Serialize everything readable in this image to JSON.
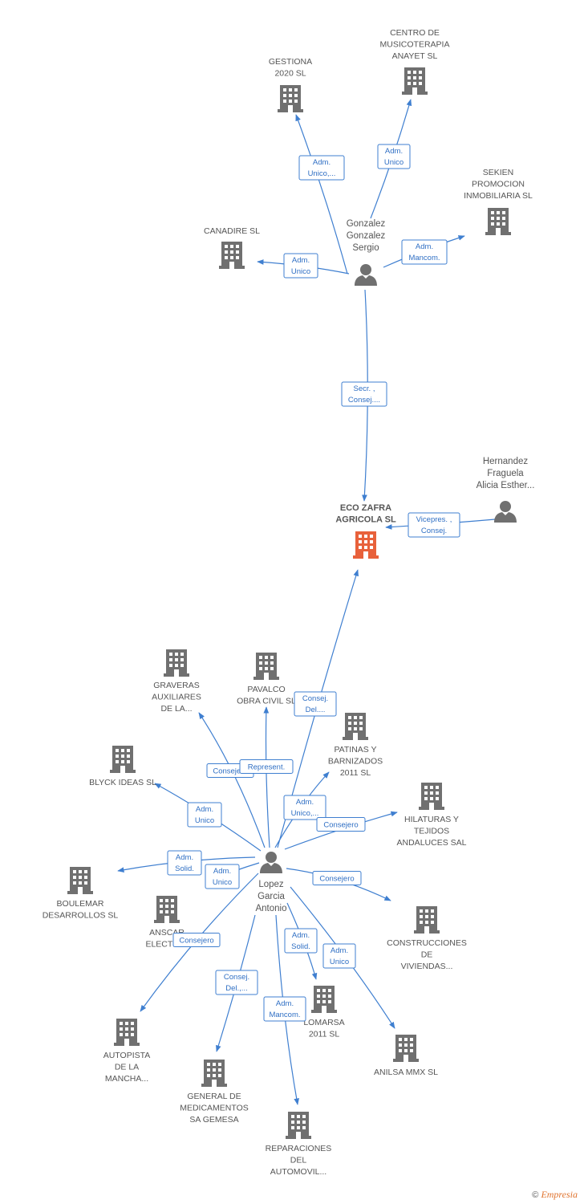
{
  "colors": {
    "edge": "#3f7fd0",
    "company": "#707070",
    "main_company": "#e8613b",
    "person": "#707070"
  },
  "footer": {
    "copyright": "©",
    "brand": "Empresia"
  },
  "nodes": [
    {
      "id": "eco",
      "type": "main",
      "lines": [
        "ECO ZAFRA",
        "AGRICOLA SL"
      ]
    },
    {
      "id": "gonzalez",
      "type": "person",
      "lines": [
        "Gonzalez",
        "Gonzalez",
        "Sergio"
      ]
    },
    {
      "id": "hernandez",
      "type": "person",
      "lines": [
        "Hernandez",
        "Fraguela",
        "Alicia Esther..."
      ]
    },
    {
      "id": "lopez",
      "type": "person",
      "lines": [
        "Lopez",
        "Garcia",
        "Antonio"
      ]
    },
    {
      "id": "gestiona",
      "type": "company",
      "lines": [
        "GESTIONA",
        "2020 SL"
      ]
    },
    {
      "id": "centro",
      "type": "company",
      "lines": [
        "CENTRO DE",
        "MUSICOTERAPIA",
        "ANAYET SL"
      ]
    },
    {
      "id": "sekien",
      "type": "company",
      "lines": [
        "SEKIEN",
        "PROMOCION",
        "INMOBILIARIA SL"
      ]
    },
    {
      "id": "canadire",
      "type": "company",
      "lines": [
        "CANADIRE SL"
      ]
    },
    {
      "id": "graveras",
      "type": "company",
      "lines": [
        "GRAVERAS",
        "AUXILIARES",
        "DE LA..."
      ]
    },
    {
      "id": "pavalco",
      "type": "company",
      "lines": [
        "PAVALCO",
        "OBRA CIVIL  SL"
      ]
    },
    {
      "id": "patinas",
      "type": "company",
      "lines": [
        "PATINAS Y",
        "BARNIZADOS",
        "2011 SL"
      ]
    },
    {
      "id": "blyck",
      "type": "company",
      "lines": [
        "BLYCK IDEAS SL"
      ]
    },
    {
      "id": "hilaturas",
      "type": "company",
      "lines": [
        "HILATURAS Y",
        "TEJIDOS",
        "ANDALUCES SAL"
      ]
    },
    {
      "id": "boulemar",
      "type": "company",
      "lines": [
        "BOULEMAR",
        "DESARROLLOS SL"
      ]
    },
    {
      "id": "anscar",
      "type": "company",
      "lines": [
        "ANSCAR",
        "ELECTRI..."
      ]
    },
    {
      "id": "construcciones",
      "type": "company",
      "lines": [
        "CONSTRUCCIONES",
        "DE",
        "VIVIENDAS..."
      ]
    },
    {
      "id": "lomarsa",
      "type": "company",
      "lines": [
        "LOMARSA",
        "2011 SL"
      ]
    },
    {
      "id": "anilsa",
      "type": "company",
      "lines": [
        "ANILSA MMX SL"
      ]
    },
    {
      "id": "autopista",
      "type": "company",
      "lines": [
        "AUTOPISTA",
        "DE LA",
        "MANCHA..."
      ]
    },
    {
      "id": "general",
      "type": "company",
      "lines": [
        "GENERAL DE",
        "MEDICAMENTOS",
        "SA GEMESA"
      ]
    },
    {
      "id": "reparaciones",
      "type": "company",
      "lines": [
        "REPARACIONES",
        "DEL",
        "AUTOMOVIL..."
      ]
    }
  ],
  "edges": [
    {
      "id": "e-gestiona",
      "lines": [
        "Adm.",
        "Unico,..."
      ]
    },
    {
      "id": "e-centro",
      "lines": [
        "Adm.",
        "Unico"
      ]
    },
    {
      "id": "e-sekien",
      "lines": [
        "Adm.",
        "Mancom."
      ]
    },
    {
      "id": "e-canadire",
      "lines": [
        "Adm.",
        "Unico"
      ]
    },
    {
      "id": "e-gonzalez-eco",
      "lines": [
        "Secr. ,",
        "Consej...."
      ]
    },
    {
      "id": "e-hernandez-eco",
      "lines": [
        "Vicepres. ,",
        "Consej."
      ]
    },
    {
      "id": "e-lopez-eco",
      "lines": [
        "Consej.",
        "Del...."
      ]
    },
    {
      "id": "e-graveras",
      "lines": [
        "Consejero"
      ]
    },
    {
      "id": "e-pavalco",
      "lines": [
        "Represent."
      ]
    },
    {
      "id": "e-patinas",
      "lines": [
        "Adm.",
        "Unico,..."
      ]
    },
    {
      "id": "e-blyck",
      "lines": [
        "Adm.",
        "Unico"
      ]
    },
    {
      "id": "e-hilaturas",
      "lines": [
        "Consejero"
      ]
    },
    {
      "id": "e-boulemar",
      "lines": [
        "Adm.",
        "Solid."
      ]
    },
    {
      "id": "e-anscar",
      "lines": [
        "Adm.",
        "Unico"
      ]
    },
    {
      "id": "e-construcciones",
      "lines": [
        "Consejero"
      ]
    },
    {
      "id": "e-autopista",
      "lines": [
        "Consejero"
      ]
    },
    {
      "id": "e-general",
      "lines": [
        "Consej.",
        "Del.,..."
      ]
    },
    {
      "id": "e-reparaciones",
      "lines": [
        "Adm.",
        "Mancom."
      ]
    },
    {
      "id": "e-lomarsa",
      "lines": [
        "Adm.",
        "Solid."
      ]
    },
    {
      "id": "e-anilsa",
      "lines": [
        "Adm.",
        "Unico"
      ]
    }
  ]
}
